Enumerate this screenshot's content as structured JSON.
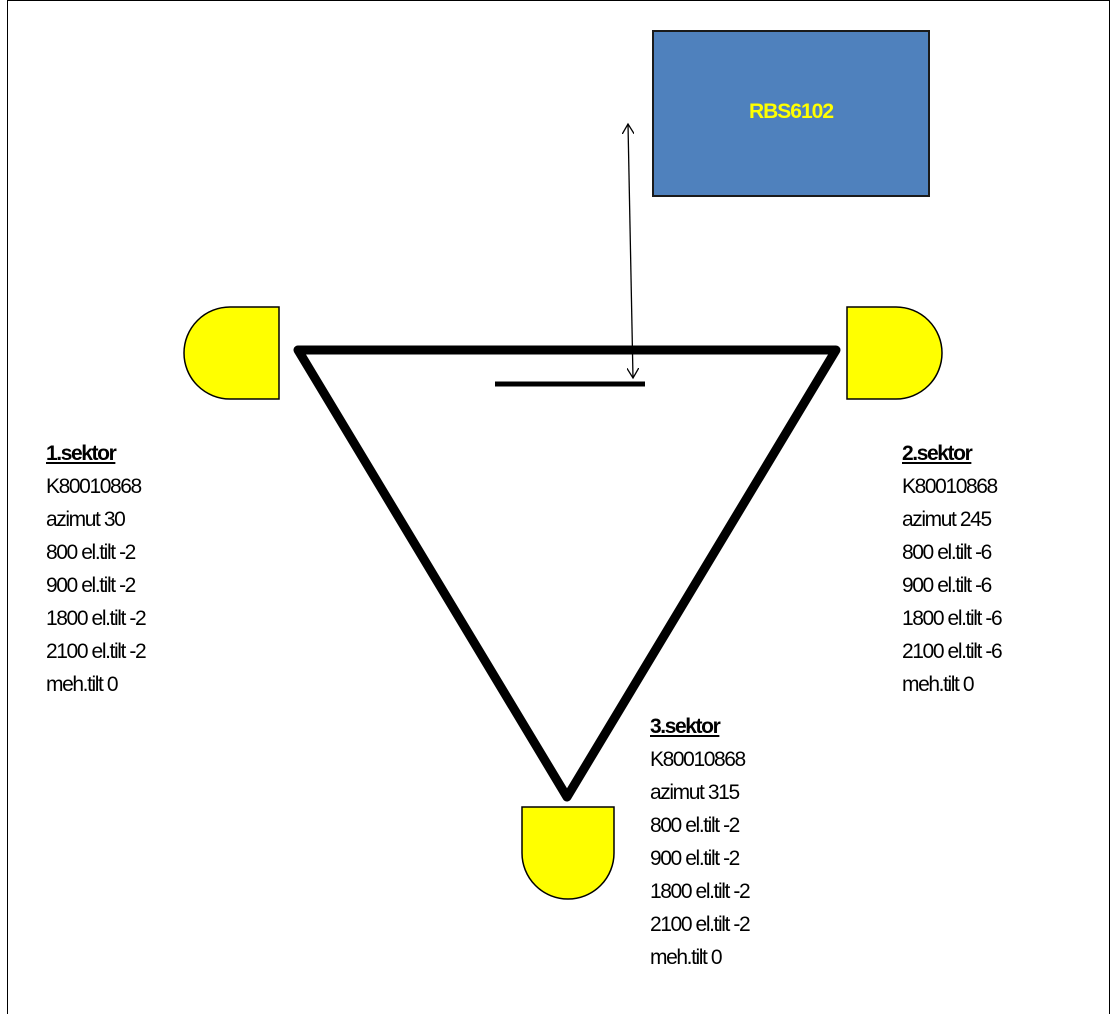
{
  "colors": {
    "rbs_fill": "#4f81bd",
    "rbs_text": "#ffff00",
    "antenna_fill": "#ffff00",
    "outline": "#000000"
  },
  "rbs": {
    "label": "RBS6102"
  },
  "sectors": [
    {
      "title": "1.sektor",
      "lines": [
        "K80010868",
        "azimut 30",
        "800 el.tilt -2",
        "900 el.tilt -2",
        "1800 el.tilt -2",
        "2100 el.tilt -2",
        "meh.tilt 0"
      ]
    },
    {
      "title": "2.sektor",
      "lines": [
        "K80010868",
        "azimut 245",
        "800 el.tilt -6",
        "900 el.tilt -6",
        "1800 el.tilt -6",
        "2100 el.tilt -6",
        "meh.tilt 0"
      ]
    },
    {
      "title": "3.sektor",
      "lines": [
        "K80010868",
        "azimut 315",
        "800 el.tilt -2",
        "900 el.tilt -2",
        "1800 el.tilt -2",
        "2100 el.tilt -2",
        "meh.tilt 0"
      ]
    }
  ]
}
